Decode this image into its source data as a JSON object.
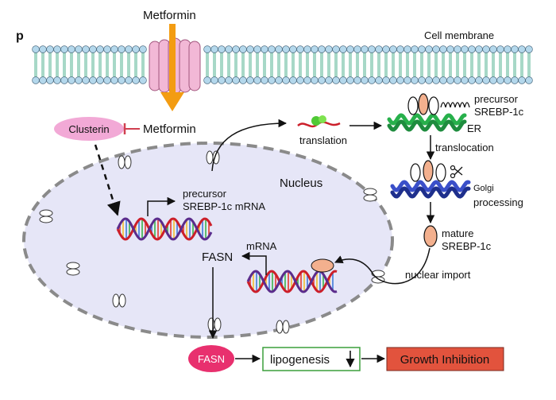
{
  "panel_label": "p",
  "membrane": {
    "label": "Cell membrane"
  },
  "drug": {
    "top_label": "Metformin",
    "inhibitor_label": "Metformin"
  },
  "clusterin": {
    "label": "Clusterin"
  },
  "nucleus": {
    "label": "Nucleus"
  },
  "precursor_mrna": {
    "line1": "precursor",
    "line2": "SREBP-1c mRNA"
  },
  "translation": {
    "label": "translation"
  },
  "er_precursor": {
    "line1": "precursor",
    "line2": "SREBP-1c",
    "er_label": "ER"
  },
  "translocation": {
    "label": "translocation"
  },
  "golgi": {
    "label": "Golgi",
    "processing_label": "processing"
  },
  "mature": {
    "line1": "mature",
    "line2": "SREBP-1c"
  },
  "nuclear_import": {
    "label": "nuclear import"
  },
  "fasn_gene": {
    "label": "FASN",
    "mrna_label": "mRNA"
  },
  "fasn_protein": {
    "label": "FASN"
  },
  "lipogenesis": {
    "label": "lipogenesis"
  },
  "growth_inhibition": {
    "label": "Growth Inhibition"
  },
  "colors": {
    "membrane_head": "#b4d8ec",
    "channel": "#f2b8d6",
    "drug_arrow": "#f39c12",
    "clusterin": "#f2a9d6",
    "nucleus_fill": "#e6e6f7",
    "fasn_fill": "#e8306e",
    "growth_fill": "#e2533d",
    "lipogenesis_border": "#3b9f3b",
    "salmon": "#f3b08e",
    "dna_red": "#cc1f2a",
    "dna_purple": "#5b2c8c",
    "er_green": "#1e8c3e",
    "golgi_blue": "#1e2f8c"
  }
}
